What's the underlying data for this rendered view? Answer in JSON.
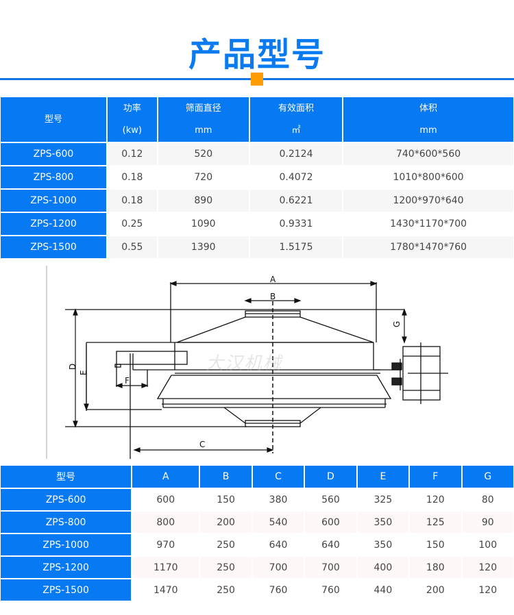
{
  "header": {
    "title": "产品型号",
    "accent_color": "#0a7af0",
    "marker_color": "#ff9c00"
  },
  "spec_table": {
    "columns": [
      {
        "l1": "型号",
        "l2": ""
      },
      {
        "l1": "功率",
        "l2": "(kw)"
      },
      {
        "l1": "筛面直径",
        "l2": "mm"
      },
      {
        "l1": "有效面积",
        "l2": "㎡"
      },
      {
        "l1": "体积",
        "l2": "mm"
      }
    ],
    "rows": [
      [
        "ZPS-600",
        "0.12",
        "520",
        "0.2124",
        "740*600*560"
      ],
      [
        "ZPS-800",
        "0.18",
        "720",
        "0.4072",
        "1010*800*600"
      ],
      [
        "ZPS-1000",
        "0.18",
        "890",
        "0.6221",
        "1200*970*640"
      ],
      [
        "ZPS-1200",
        "0.25",
        "1090",
        "0.9331",
        "1430*1170*700"
      ],
      [
        "ZPS-1500",
        "0.55",
        "1390",
        "1.5175",
        "1780*1470*760"
      ]
    ]
  },
  "diagram": {
    "labels": {
      "A": "A",
      "B": "B",
      "C": "C",
      "D": "D",
      "E": "E",
      "F": "F",
      "G": "G"
    },
    "watermark": "大汉机械"
  },
  "dim_table": {
    "columns": [
      "型号",
      "A",
      "B",
      "C",
      "D",
      "E",
      "F",
      "G"
    ],
    "rows": [
      [
        "ZPS-600",
        "600",
        "150",
        "380",
        "560",
        "325",
        "120",
        "80"
      ],
      [
        "ZPS-800",
        "800",
        "200",
        "540",
        "600",
        "350",
        "125",
        "90"
      ],
      [
        "ZPS-1000",
        "970",
        "250",
        "640",
        "640",
        "350",
        "150",
        "100"
      ],
      [
        "ZPS-1200",
        "1170",
        "250",
        "700",
        "700",
        "400",
        "180",
        "120"
      ],
      [
        "ZPS-1500",
        "1470",
        "250",
        "760",
        "760",
        "440",
        "200",
        "120"
      ]
    ]
  }
}
